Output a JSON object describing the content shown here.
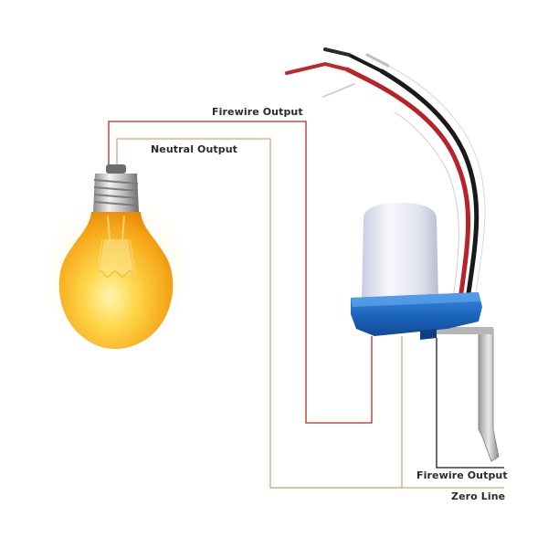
{
  "labels": {
    "firewire_top": "Firewire Output",
    "neutral": "Neutral Output",
    "firewire_bottom": "Firewire Output",
    "zero_line": "Zero Line"
  },
  "colors": {
    "firewire_wire": "#b52a2a",
    "neutral_wire": "#d9a878",
    "black_wire": "#1a1a1a",
    "bulb_glass": "#f5b21a",
    "sensor_base": "#1f6fc8",
    "sensor_dome": "#e8eaf4"
  },
  "icons": {
    "bulb": "light-bulb-icon",
    "sensor": "photocell-sensor-icon"
  }
}
